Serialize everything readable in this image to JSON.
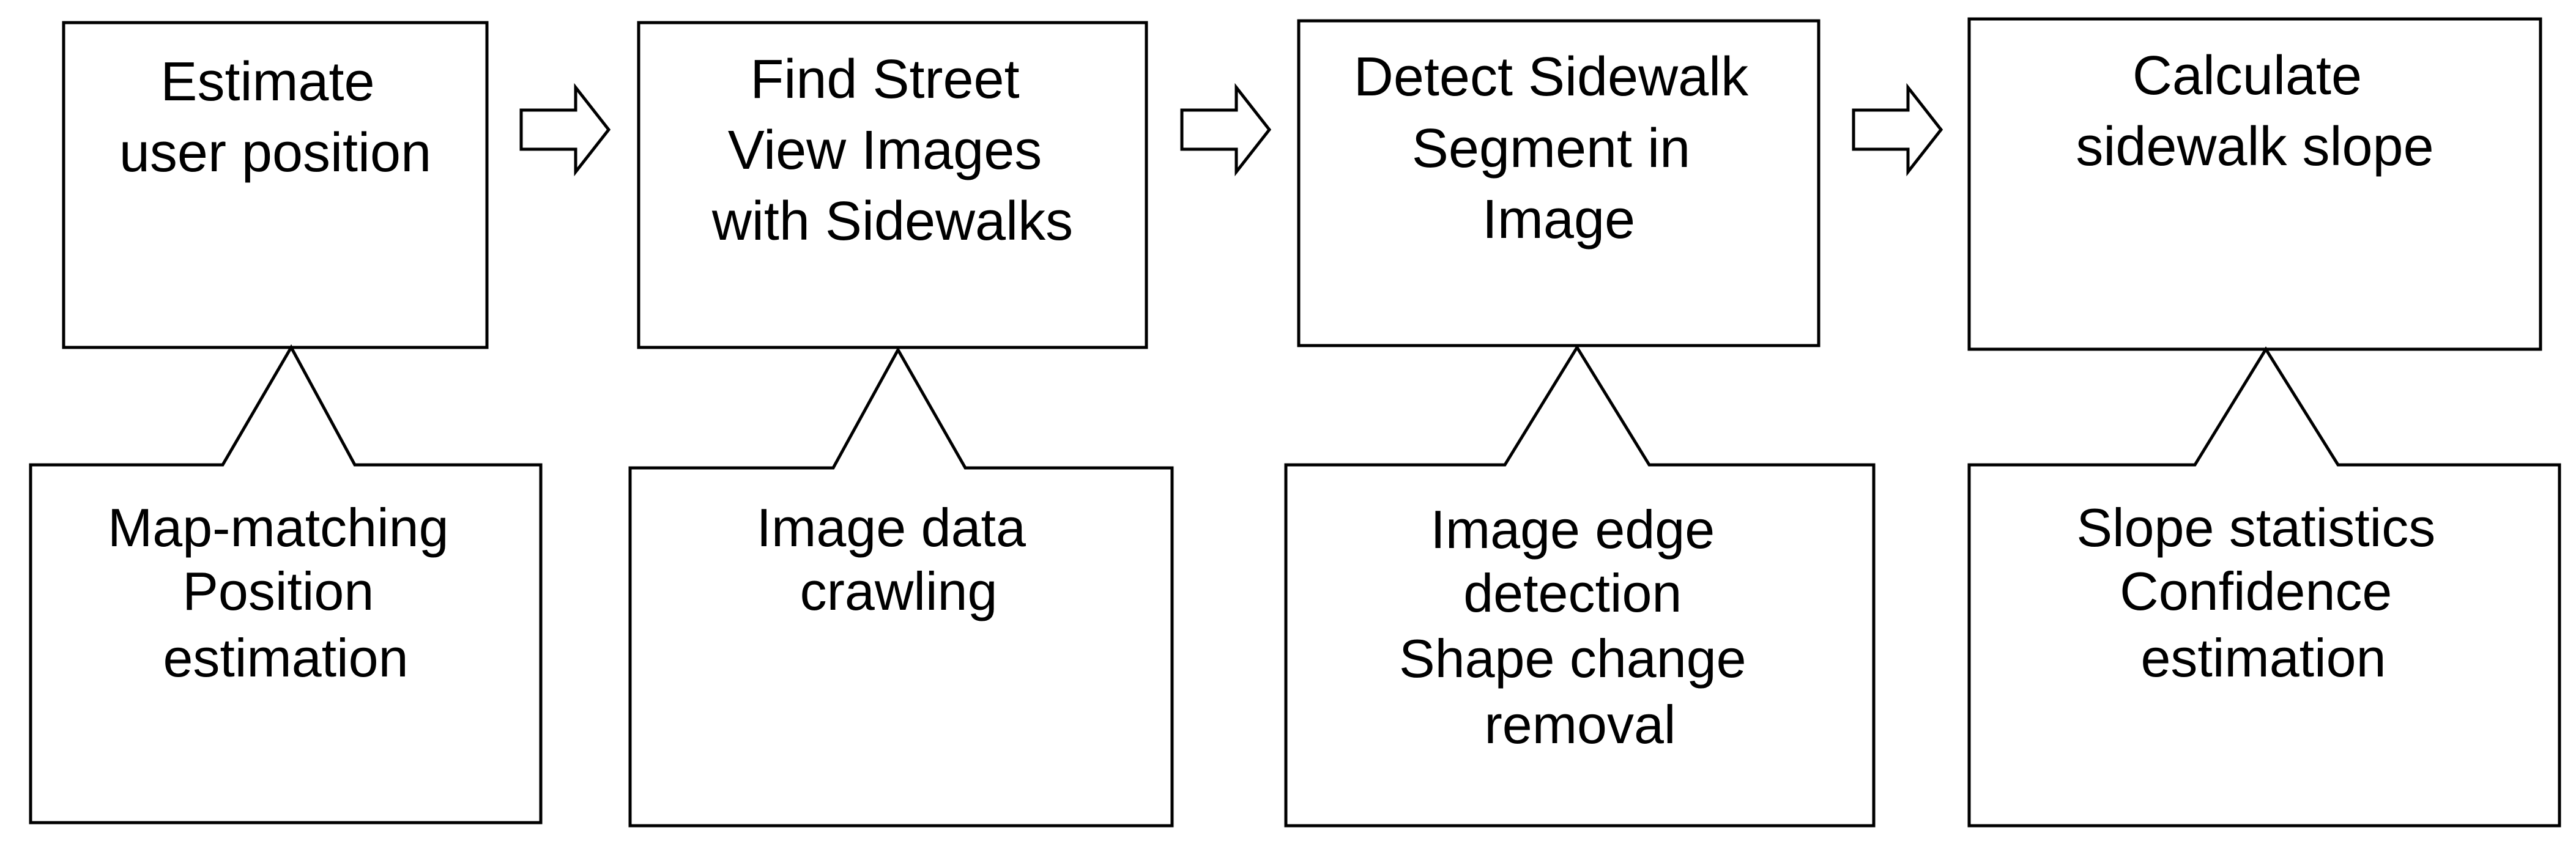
{
  "steps": [
    {
      "title_lines": [
        "Estimate",
        "user position"
      ],
      "detail_lines": [
        "Map-matching",
        "Position",
        "estimation"
      ]
    },
    {
      "title_lines": [
        "Find Street",
        "View Images",
        "with Sidewalks"
      ],
      "detail_lines": [
        "Image data",
        "crawling"
      ]
    },
    {
      "title_lines": [
        "Detect Sidewalk",
        "Segment in",
        "Image"
      ],
      "detail_lines": [
        "Image edge",
        "detection",
        "Shape change",
        "removal"
      ]
    },
    {
      "title_lines": [
        "Calculate",
        "sidewalk slope"
      ],
      "detail_lines": [
        "Slope statistics",
        "Confidence",
        "estimation"
      ]
    }
  ],
  "colors": {
    "stroke": "#000000",
    "fill": "#ffffff",
    "text": "#000000"
  },
  "icons": {
    "flow_arrow": "hollow-right-arrow-icon"
  }
}
